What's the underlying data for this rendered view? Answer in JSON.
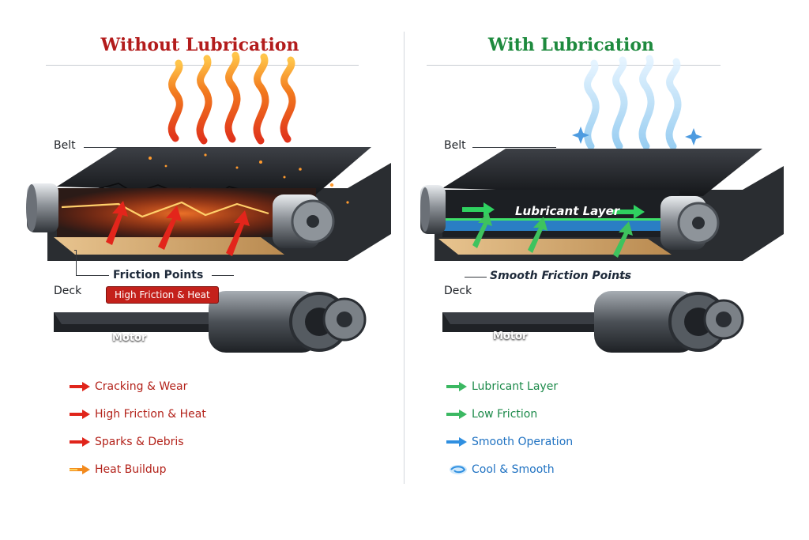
{
  "left": {
    "title": "Without Lubrication",
    "title_color": "#b31c1c",
    "labels": {
      "belt": "Belt",
      "friction_points": "Friction Points",
      "badge": "High Friction & Heat",
      "deck": "Deck",
      "motor": "Motor"
    },
    "legend": [
      {
        "icon": "red-arrow-icon",
        "label": "Cracking & Wear"
      },
      {
        "icon": "red-arrow-icon",
        "label": "High Friction & Heat"
      },
      {
        "icon": "red-arrow-icon",
        "label": "Sparks & Debris"
      },
      {
        "icon": "heat-arrow-icon",
        "label": "Heat Buildup"
      }
    ]
  },
  "right": {
    "title": "With Lubrication",
    "title_color": "#1e8a3e",
    "labels": {
      "belt": "Belt",
      "lubricant_layer": "Lubricant Layer",
      "friction_points": "Smooth Friction Points",
      "deck": "Deck",
      "motor": "Motor"
    },
    "legend": [
      {
        "icon": "green-arrow-icon",
        "label": "Lubricant Layer"
      },
      {
        "icon": "green-arrow-icon",
        "label": "Low Friction"
      },
      {
        "icon": "blue-arrow-icon",
        "label": "Smooth Operation"
      },
      {
        "icon": "cool-swirl-icon",
        "label": "Cool & Smooth"
      }
    ]
  }
}
